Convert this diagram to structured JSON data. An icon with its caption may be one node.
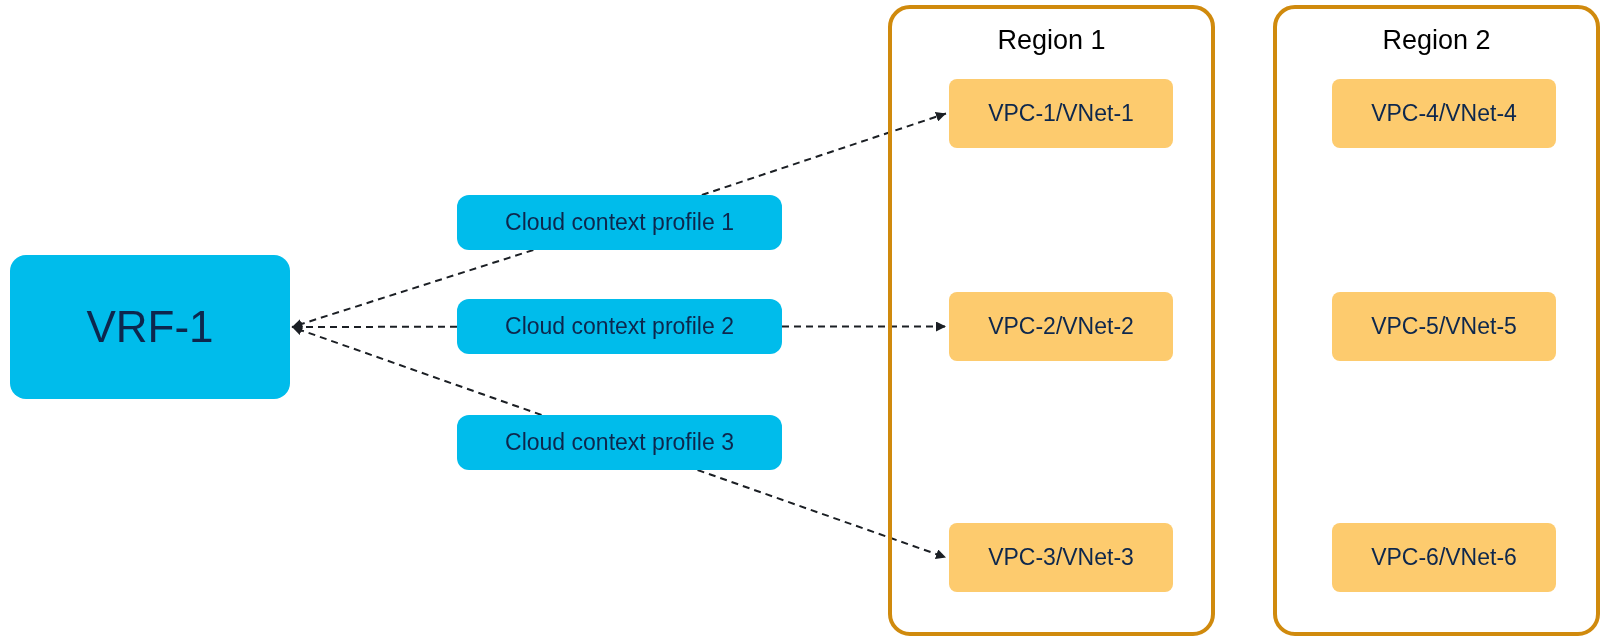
{
  "diagram": {
    "nodes": [
      {
        "text": [
          "VRF-1"
        ]
      },
      {
        "text": [
          "Cloud context profile 1"
        ]
      },
      {
        "text": [
          "Cloud context profile 2"
        ]
      },
      {
        "text": [
          "Cloud context profile 3"
        ]
      },
      {
        "text": [
          "Region 1"
        ]
      },
      {
        "text": [
          "VPC-1/VNet-1"
        ],
        "in": 4
      },
      {
        "text": [
          "VPC-2/VNet-2"
        ],
        "in": 4
      },
      {
        "text": [
          "VPC-3/VNet-3"
        ],
        "in": 4
      },
      {
        "text": [
          "Region 2"
        ]
      },
      {
        "text": [
          "VPC-4/VNet-4"
        ],
        "in": 8
      },
      {
        "text": [
          "VPC-5/VNet-5"
        ],
        "in": 8
      },
      {
        "text": [
          "VPC-6/VNet-6"
        ],
        "in": 8
      }
    ],
    "edges": [
      {
        "from": 1,
        "to": 0,
        "arrow": "to",
        "style": "dashed"
      },
      {
        "from": 1,
        "to": 5,
        "arrow": "to",
        "style": "dashed"
      },
      {
        "from": 2,
        "to": 0,
        "arrow": "to",
        "style": "dashed"
      },
      {
        "from": 2,
        "to": 6,
        "arrow": "to",
        "style": "dashed"
      },
      {
        "from": 3,
        "to": 0,
        "arrow": "to",
        "style": "dashed"
      },
      {
        "from": 3,
        "to": 7,
        "arrow": "to",
        "style": "dashed"
      }
    ]
  }
}
